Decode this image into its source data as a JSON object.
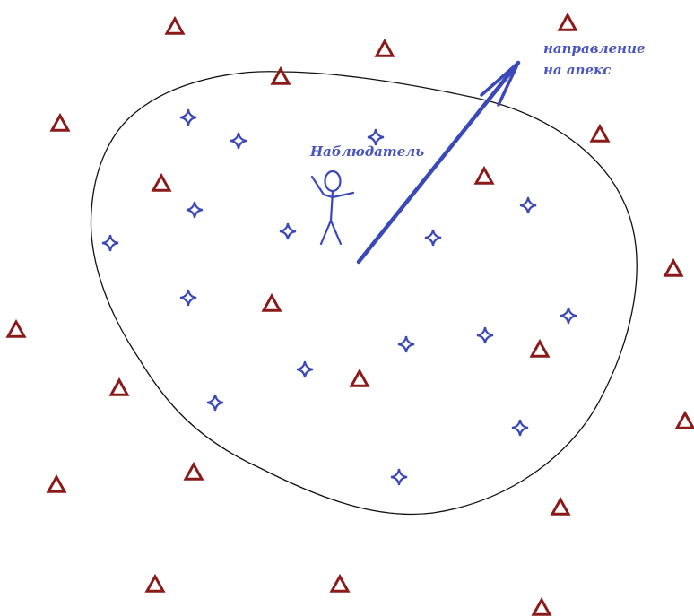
{
  "labels": {
    "observer": "Наблюдатель",
    "apex_line1": "направление",
    "apex_line2": "на апекс"
  },
  "colors": {
    "background": "#ffffff",
    "boundary": "#111111",
    "triangle": "#8b1a1a",
    "star": "#3a48b8",
    "arrow": "#3a48b8",
    "observer_figure": "#3a48b8",
    "label_text": "#4a56c0"
  },
  "icons": {
    "triangle": "triangle-outline-icon",
    "star": "four-point-star-icon",
    "observer": "stick-figure-icon"
  }
}
